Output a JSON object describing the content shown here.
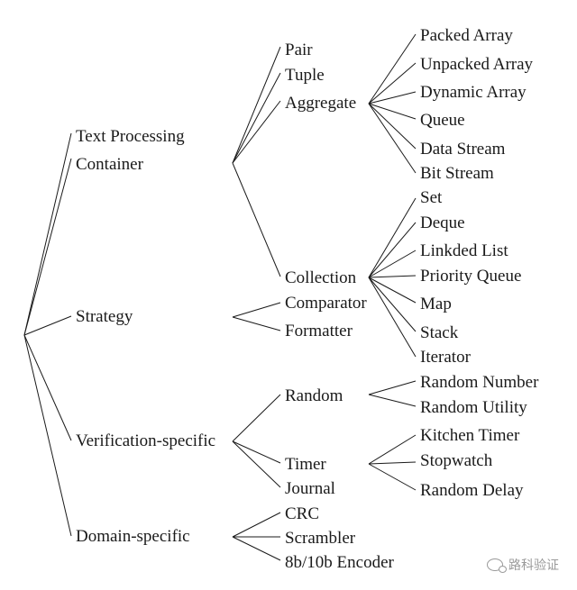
{
  "tree": {
    "level1": [
      "Text Processing",
      "Container",
      "Strategy",
      "Verification-specific",
      "Domain-specific"
    ],
    "container_children": [
      "Pair",
      "Tuple",
      "Aggregate",
      "Collection"
    ],
    "aggregate_children": [
      "Packed Array",
      "Unpacked Array",
      "Dynamic Array",
      "Queue",
      "Data Stream",
      "Bit Stream"
    ],
    "collection_children": [
      "Set",
      "Deque",
      "Linkded List",
      "Priority Queue",
      "Map",
      "Stack",
      "Iterator"
    ],
    "strategy_children": [
      "Comparator",
      "Formatter"
    ],
    "verification_children": [
      "Random",
      "Timer",
      "Journal"
    ],
    "random_children": [
      "Random Number",
      "Random Utility"
    ],
    "timer_children": [
      "Kitchen Timer",
      "Stopwatch",
      "Random Delay"
    ],
    "domain_children": [
      "CRC",
      "Scrambler",
      "8b/10b Encoder"
    ]
  },
  "watermark": {
    "text": "路科验证",
    "icon": "wechat-icon"
  }
}
